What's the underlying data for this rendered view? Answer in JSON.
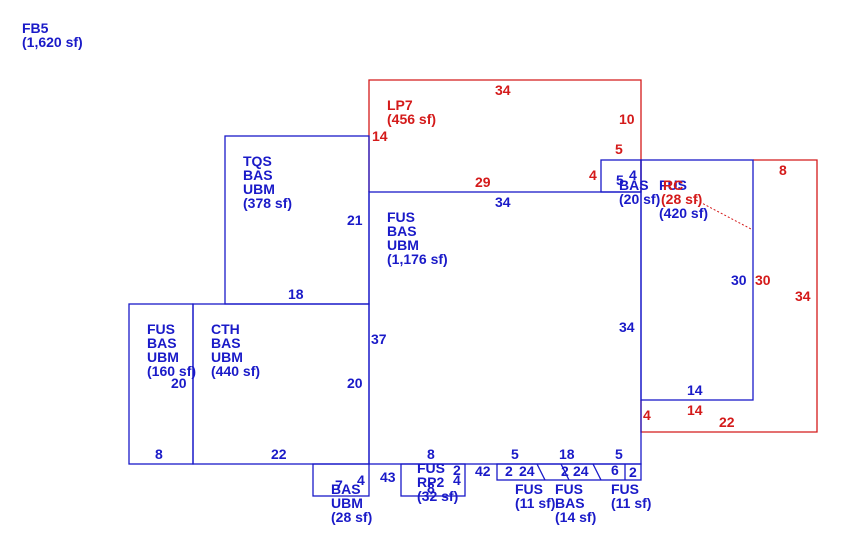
{
  "sketch": {
    "title": {
      "name": "FB5",
      "area": "(1,620 sf)"
    },
    "colors": {
      "primary": "#1a1ac8",
      "secondary": "#d41a1a"
    },
    "areas": {
      "lp7": {
        "name": "LP7",
        "area": "(456 sf)"
      },
      "tqs": {
        "l1": "TQS",
        "l2": "BAS",
        "l3": "UBM",
        "area": "(378 sf)"
      },
      "fus_main": {
        "l1": "FUS",
        "l2": "BAS",
        "l3": "UBM",
        "area": "(1,176 sf)"
      },
      "fus_left": {
        "l1": "FUS",
        "l2": "BAS",
        "l3": "UBM",
        "area": "(160 sf)"
      },
      "cth": {
        "l1": "CTH",
        "l2": "BAS",
        "l3": "UBM",
        "area": "(440 sf)"
      },
      "bas_small": {
        "l1": "BAS",
        "area": "(20 sf)"
      },
      "fus_right": {
        "l1": "FUS",
        "area": "(420 sf)"
      },
      "rc_overlap": {
        "l1": "RC",
        "area": "(28 sf)"
      },
      "bas_ubm": {
        "l1": "BAS",
        "l2": "UBM",
        "area": "(28 sf)"
      },
      "fus_rp2": {
        "l1": "FUS",
        "l2": "RP2",
        "area": "(32 sf)"
      },
      "fus_b1": {
        "l1": "FUS",
        "area": "(11 sf)"
      },
      "fus_b2": {
        "l1": "FUS",
        "l2": "BAS",
        "area": "(14 sf)"
      },
      "fus_b3": {
        "l1": "FUS",
        "area": "(11 sf)"
      }
    },
    "dims": {
      "lp7_top": "34",
      "lp7_right": "10",
      "lp7_left": "14",
      "lp7_inner": "29",
      "red_5": "5",
      "red_4": "4",
      "tqs_right": "21",
      "tqs_bottom": "18",
      "fus_top": "34",
      "fus_right": "34",
      "fus_left": "37",
      "blue_5": "5",
      "blue_4": "4",
      "fr_right": "30",
      "fr_bottom": "14",
      "rc_top": "8",
      "rc_right_inner": "30",
      "rc_right": "34",
      "rc_bottom_left": "14",
      "rc_bottom": "22",
      "rc_step": "4",
      "fl_right": "20",
      "fl_bottom": "8",
      "cth_right": "20",
      "cth_bottom": "22",
      "bu_7": "7",
      "bu_4": "4",
      "bu_43": "43",
      "rp_8": "8",
      "rp_2": "2",
      "rp_4": "4",
      "rp_42": "42",
      "rp_8b": "8",
      "s_5a": "5",
      "s_18": "18",
      "s_5b": "5",
      "s_2": "2",
      "s_24a": "24",
      "s_2b": "2",
      "s_24b": "24",
      "s_6": "6",
      "s_2c": "2"
    }
  }
}
